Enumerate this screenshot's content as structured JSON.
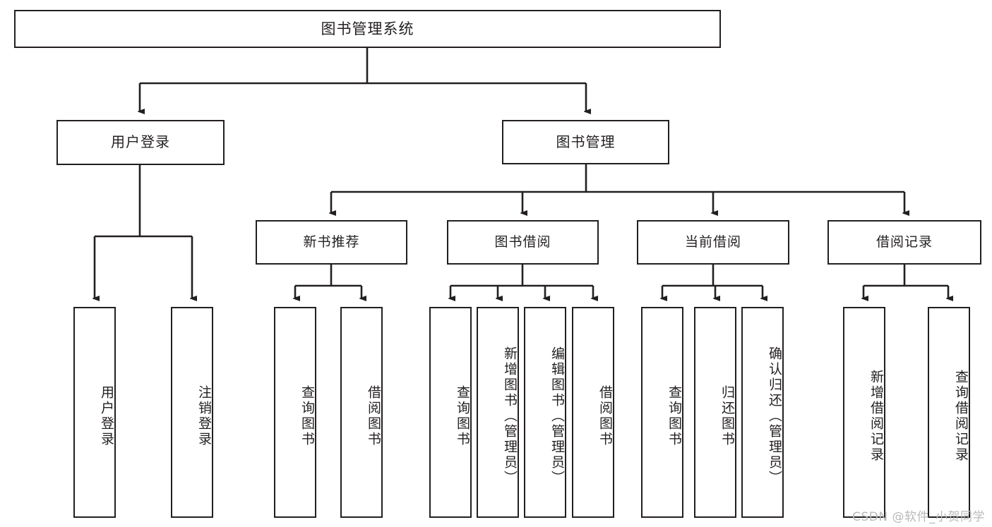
{
  "diagram": {
    "type": "tree",
    "title": "图书管理系统",
    "root": {
      "label": "图书管理系统"
    },
    "level1": [
      {
        "label": "用户登录"
      },
      {
        "label": "图书管理"
      }
    ],
    "level2": [
      {
        "label": "新书推荐"
      },
      {
        "label": "图书借阅"
      },
      {
        "label": "当前借阅"
      },
      {
        "label": "借阅记录"
      }
    ],
    "leaves": {
      "user_login": [
        {
          "label": "用户登录"
        },
        {
          "label": "注销登录"
        }
      ],
      "new_book_recommend": [
        {
          "label": "查询图书"
        },
        {
          "label": "借阅图书"
        }
      ],
      "book_borrow": [
        {
          "label": "查询图书"
        },
        {
          "label": "新增图书（管理员）"
        },
        {
          "label": "编辑图书（管理员）"
        },
        {
          "label": "借阅图书"
        }
      ],
      "current_borrow": [
        {
          "label": "查询图书"
        },
        {
          "label": "归还图书"
        },
        {
          "label": "确认归还（管理员）"
        }
      ],
      "borrow_record": [
        {
          "label": "新增借阅记录"
        },
        {
          "label": "查询借阅记录"
        }
      ]
    }
  },
  "watermark": {
    "text": "CSDN @软件_小贺同学"
  },
  "colors": {
    "stroke": "#231f20",
    "background": "#ffffff",
    "watermark": "#b9b9b9"
  }
}
